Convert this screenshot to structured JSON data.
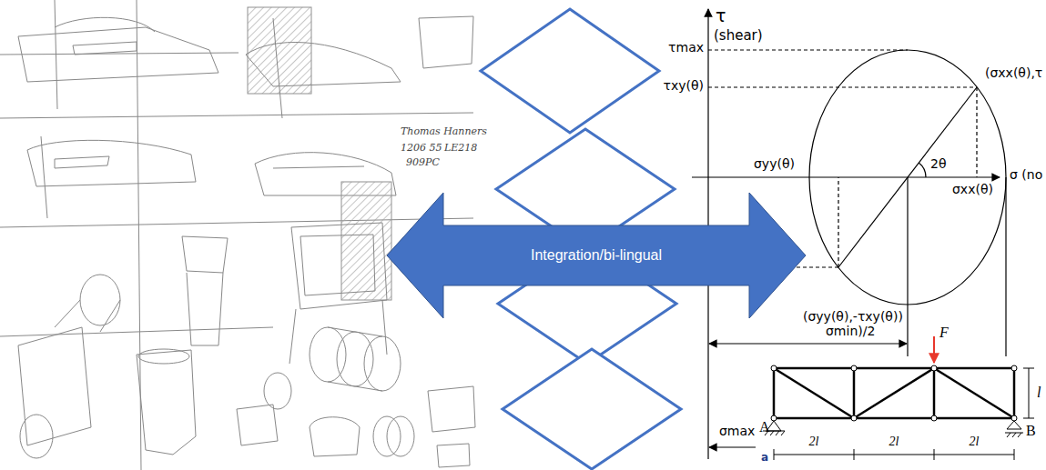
{
  "diagram": {
    "nodes": [
      {
        "text": [
          "Integration/bi-lingual"
        ]
      }
    ],
    "labels": [
      "Thomas Hanners",
      "1206 55",
      "LE218",
      "909PC",
      "τ",
      "(shear)",
      "τmax",
      "τxy(θ)",
      "(σxx(θ),τ",
      "σ (no",
      "2θ",
      "σyy(θ)",
      "σxx(θ)",
      "(σyy(θ),-τxy(θ))",
      "σmin)/2",
      "σmax",
      "F",
      "A",
      "B",
      "l",
      "2l",
      "2l",
      "2l",
      "a"
    ]
  }
}
